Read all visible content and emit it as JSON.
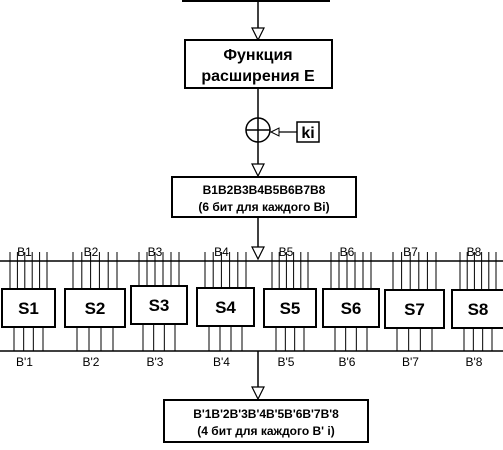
{
  "expansion_function": {
    "line1": "Функция",
    "line2": "расширения E"
  },
  "key_label": "ki",
  "xor_symbol": "⊕",
  "b_block": {
    "line1": "B1B2B3B4B5B6B7B8",
    "line2": "(6 бит для каждого Bi)"
  },
  "b_labels": [
    "B1",
    "B2",
    "B3",
    "B4",
    "B5",
    "B6",
    "B7",
    "B8"
  ],
  "sboxes": [
    "S1",
    "S2",
    "S3",
    "S4",
    "S5",
    "S6",
    "S7",
    "S8"
  ],
  "bprime_labels": [
    "B'1",
    "B'2",
    "B'3",
    "B'4",
    "B'5",
    "B'6",
    "B'7",
    "B'8"
  ],
  "output_block": {
    "line1": "B'1B'2B'3B'4B'5B'6B'7B'8",
    "line2": "(4 бит для каждого B' i)"
  }
}
